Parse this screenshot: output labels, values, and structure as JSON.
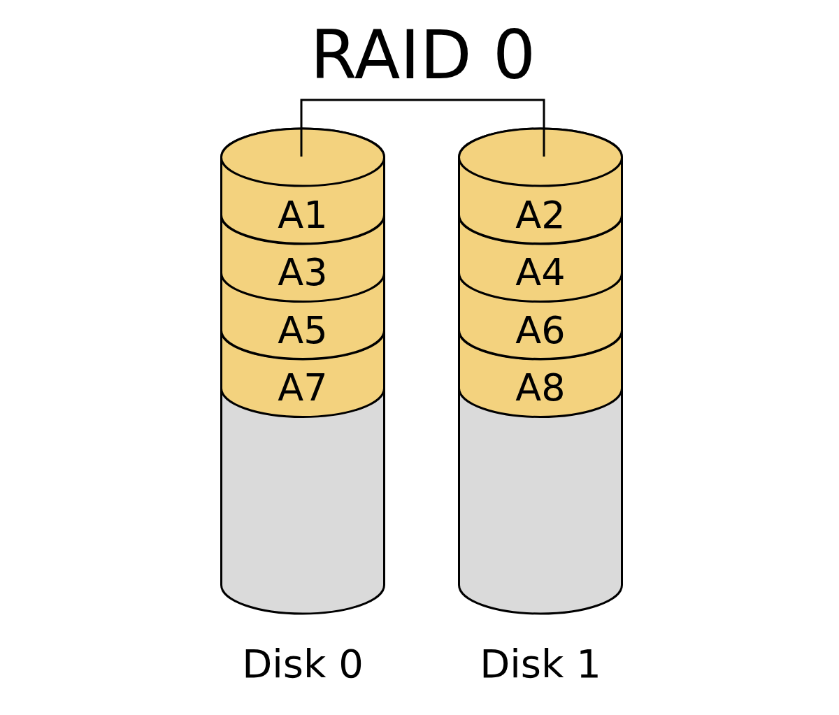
{
  "diagram": {
    "title": "RAID 0",
    "nodes": [
      {
        "text": [
          "Disk 0"
        ]
      },
      {
        "text": [
          "A1"
        ],
        "in": 0
      },
      {
        "text": [
          "A3"
        ],
        "in": 0
      },
      {
        "text": [
          "A5"
        ],
        "in": 0
      },
      {
        "text": [
          "A7"
        ],
        "in": 0
      },
      {
        "text": [
          "Disk 1"
        ]
      },
      {
        "text": [
          "A2"
        ],
        "in": 5
      },
      {
        "text": [
          "A4"
        ],
        "in": 5
      },
      {
        "text": [
          "A6"
        ],
        "in": 5
      },
      {
        "text": [
          "A8"
        ],
        "in": 5
      }
    ]
  }
}
